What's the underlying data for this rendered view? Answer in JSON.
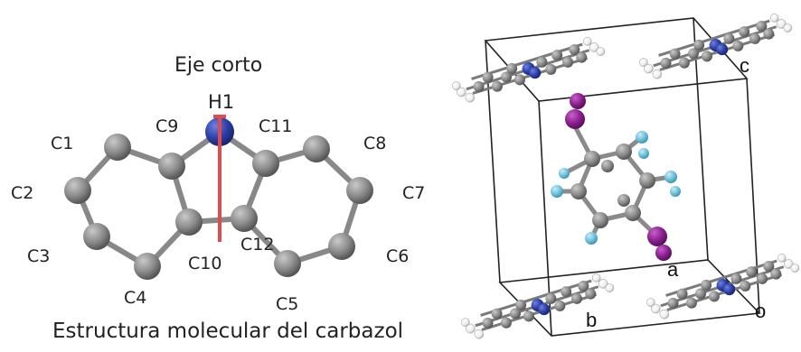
{
  "left_panel": {
    "axis_title": "Eje corto",
    "caption": "Estructura molecular del carbazol",
    "atom_labels": {
      "h1": "H1",
      "c1": "C1",
      "c2": "C2",
      "c3": "C3",
      "c4": "C4",
      "c5": "C5",
      "c6": "C6",
      "c7": "C7",
      "c8": "C8",
      "c9": "C9",
      "c10": "C10",
      "c11": "C11",
      "c12": "C12"
    }
  },
  "right_panel": {
    "axis_labels": {
      "a": "a",
      "b": "b",
      "c": "c",
      "o": "o"
    }
  },
  "colors": {
    "carbon": "#8a8a8a",
    "nitrogen": "#2b3fa8",
    "iodine": "#8b1f8f",
    "fluorine": "#6fc0dc",
    "hydrogen": "#f2f2f2",
    "short_axis": "#e04b4b"
  }
}
